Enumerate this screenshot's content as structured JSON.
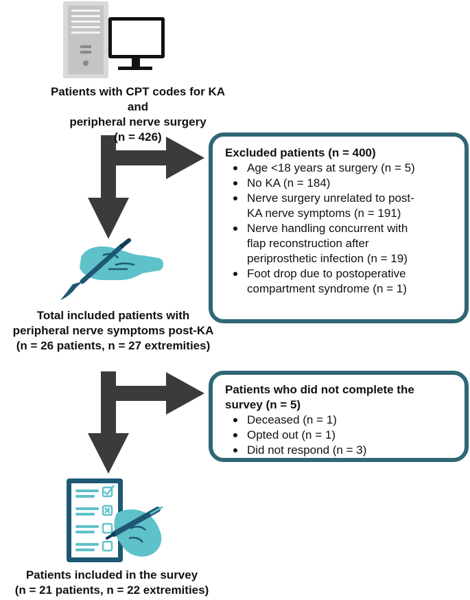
{
  "colors": {
    "arrow": "#3b3b3b",
    "box_border": "#2f6775",
    "accent": "#5fc1c9",
    "navy": "#1e5875"
  },
  "icons": {
    "computer": "desktop-computer-icon",
    "scalpel_hand": "hand-with-scalpel-icon",
    "survey": "survey-checklist-with-pen-icon"
  },
  "step1": {
    "lines": [
      "Patients with CPT codes for KA and",
      "peripheral nerve surgery",
      "(n = 426)"
    ]
  },
  "exclusion1": {
    "title": "Excluded patients (n = 400)",
    "items": [
      [
        "Age <18 years at surgery (n = 5)"
      ],
      [
        "No KA (n = 184)"
      ],
      [
        "Nerve surgery unrelated to post-",
        "KA nerve symptoms (n = 191)"
      ],
      [
        "Nerve handling concurrent with",
        "flap reconstruction after",
        "periprosthetic infection (n = 19)"
      ],
      [
        "Foot drop due to postoperative",
        "compartment syndrome (n = 1)"
      ]
    ]
  },
  "step2": {
    "lines": [
      "Total included patients with",
      "peripheral nerve symptoms post-KA",
      "(n = 26 patients, n = 27 extremities)"
    ]
  },
  "exclusion2": {
    "title_lines": [
      "Patients who did not complete the",
      "survey (n = 5)"
    ],
    "items": [
      [
        "Deceased (n = 1)"
      ],
      [
        "Opted out (n = 1)"
      ],
      [
        "Did not respond (n = 3)"
      ]
    ]
  },
  "step3": {
    "lines": [
      "Patients included in the survey",
      "(n = 21 patients, n = 22 extremities)"
    ]
  }
}
